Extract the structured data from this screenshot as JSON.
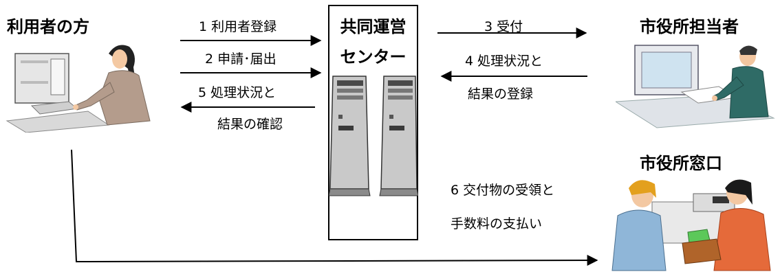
{
  "headings": {
    "user": "利用者の方",
    "center_line1": "共同運営",
    "center_line2": "センター",
    "city_staff": "市役所担当者",
    "city_window": "市役所窓口"
  },
  "steps": {
    "s1": "1 利用者登録",
    "s2": "2 申請･届出",
    "s5_line1": "5 処理状況と",
    "s5_line2": "結果の確認",
    "s3": "3 受付",
    "s4_line1": "4 処理状況と",
    "s4_line2": "結果の登録",
    "s6_line1": "6 交付物の受領と",
    "s6_line2": "手数料の支払い"
  }
}
